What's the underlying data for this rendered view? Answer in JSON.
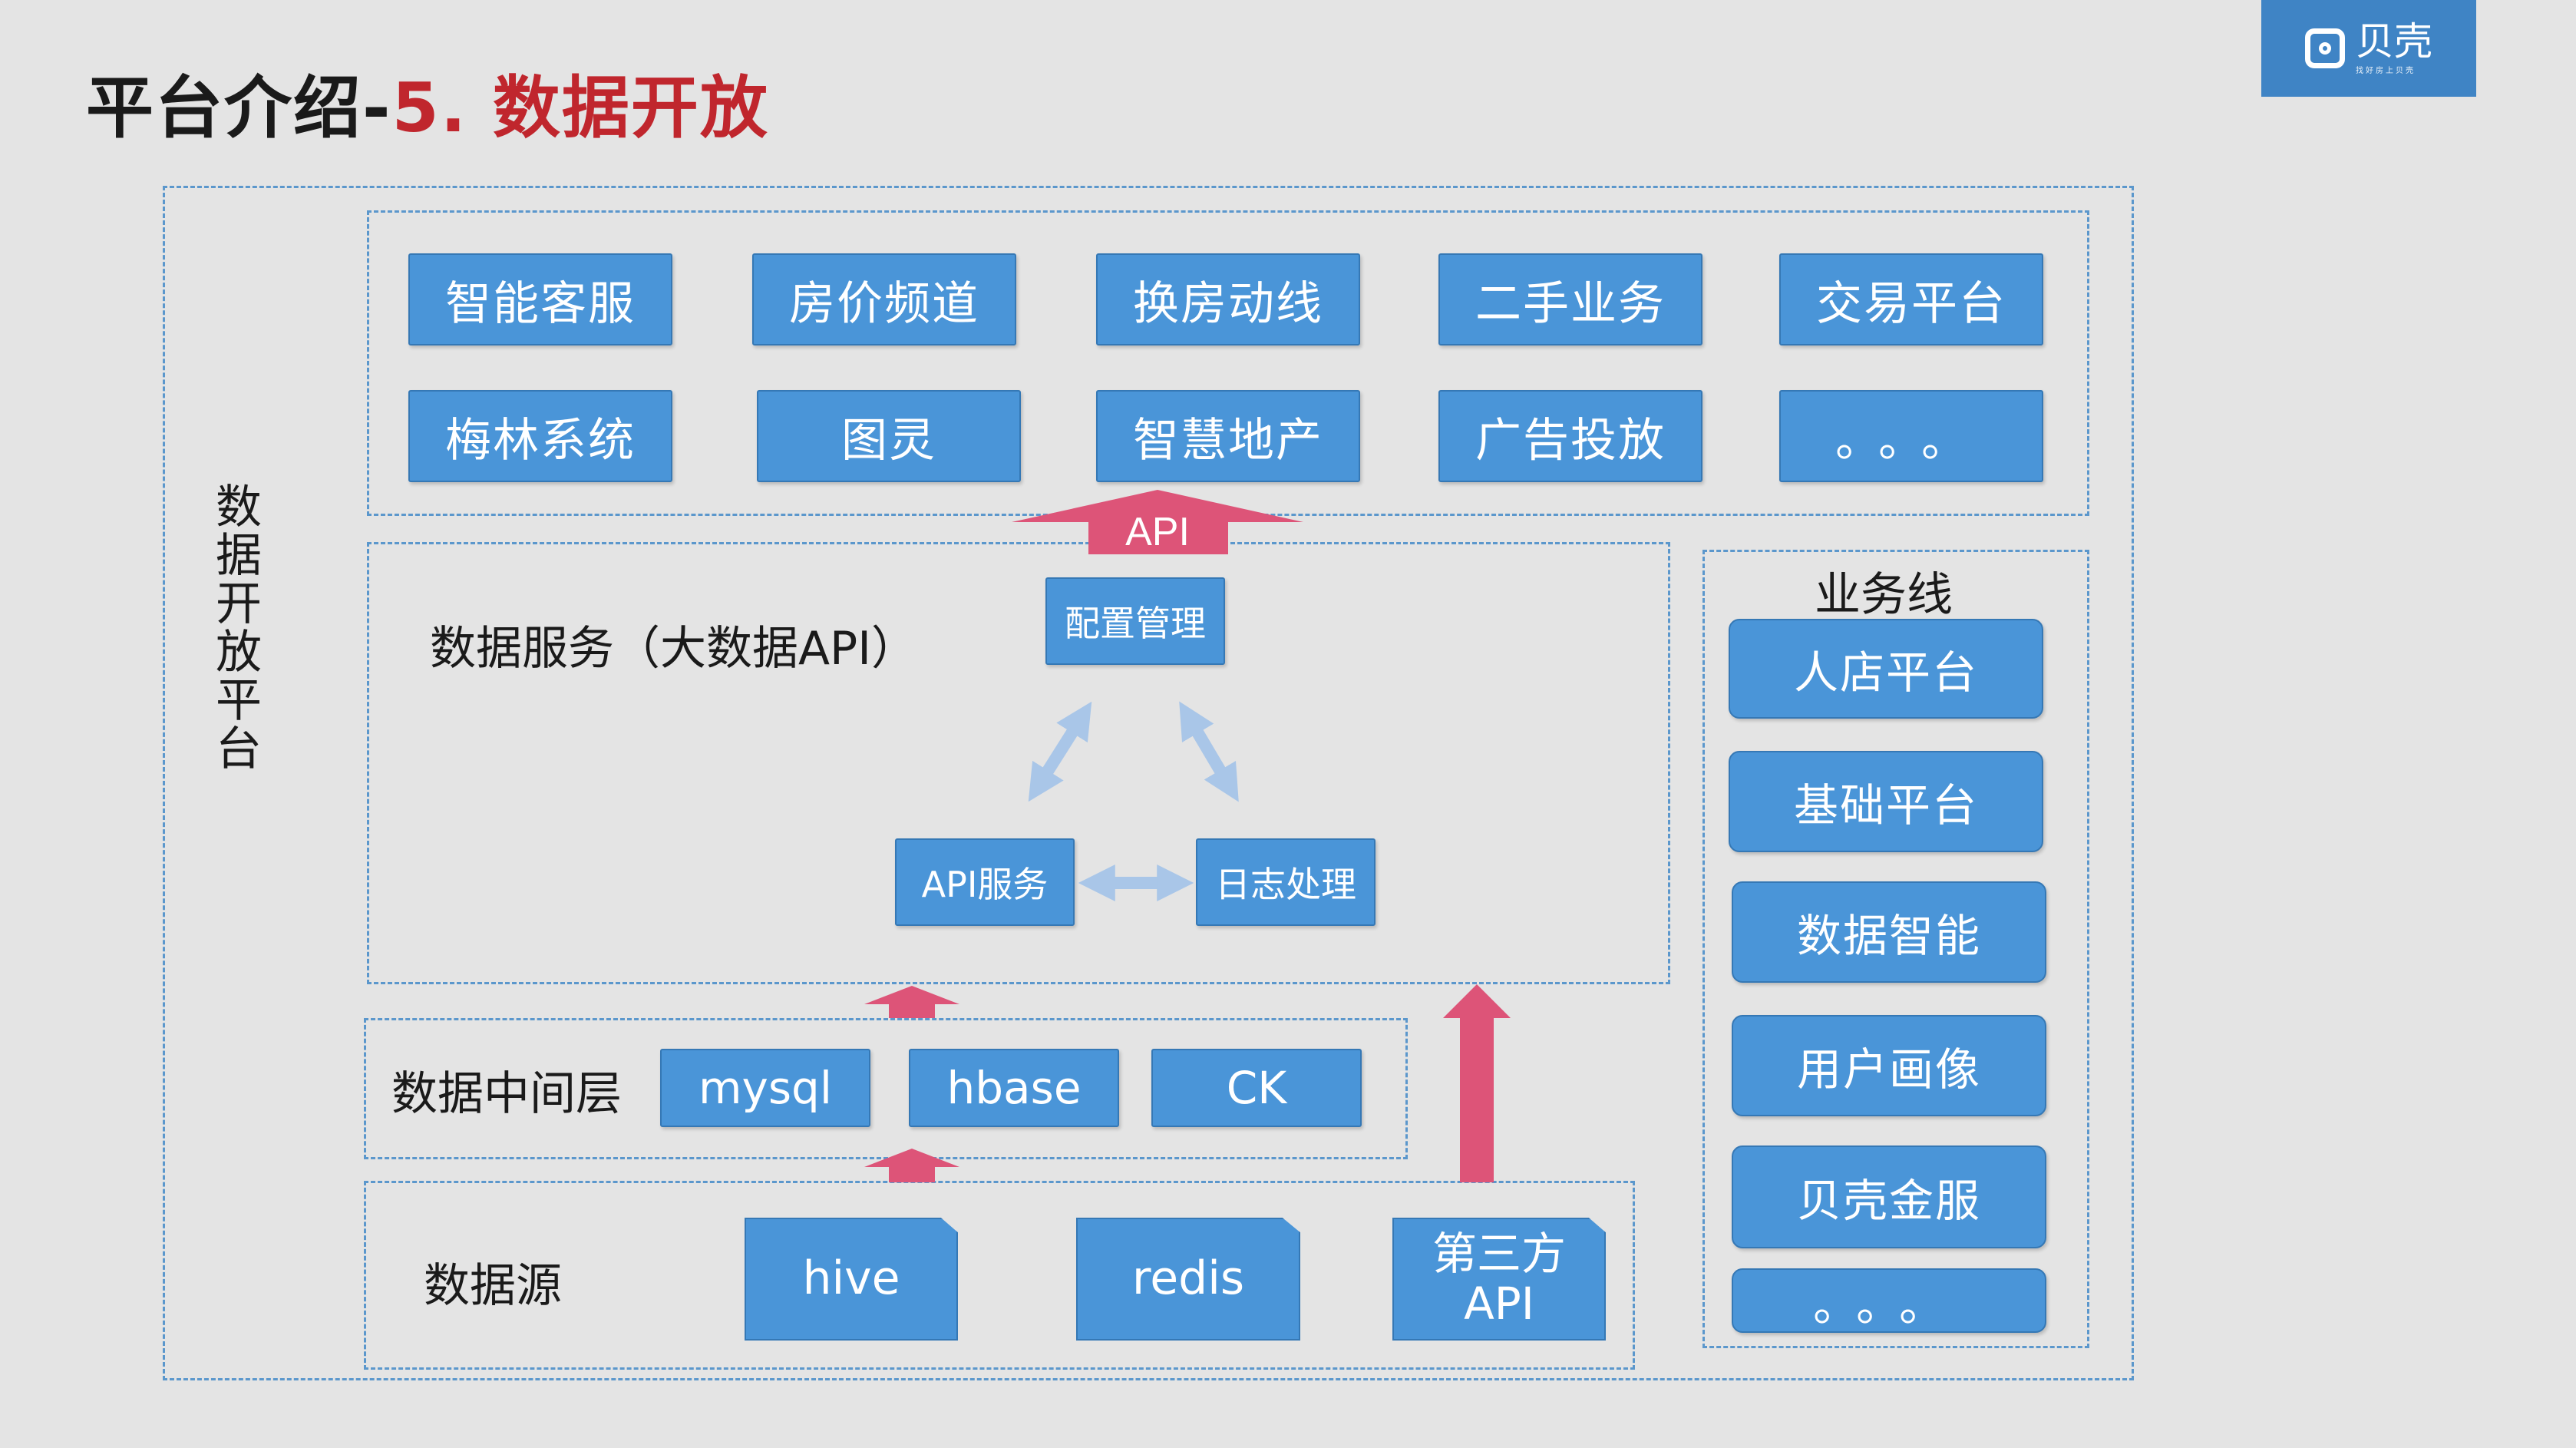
{
  "header": {
    "title_main": "平台介绍-",
    "title_highlight": "5. 数据开放",
    "logo_text": "贝壳",
    "logo_subtext": "找好房上贝壳"
  },
  "platform_label": "数据开放平台",
  "apps": [
    [
      "智能客服",
      "房价频道",
      "换房动线",
      "二手业务",
      "交易平台"
    ],
    [
      "梅林系统",
      "图灵",
      "智慧地产",
      "广告投放",
      "。。。"
    ]
  ],
  "api_arrow_label": "API",
  "data_service": {
    "label": "数据服务（大数据API）",
    "config": "配置管理",
    "api_service": "API服务",
    "log_processing": "日志处理"
  },
  "middle_layer": {
    "label": "数据中间层",
    "items": [
      "mysql",
      "hbase",
      "CK"
    ]
  },
  "data_source": {
    "label": "数据源",
    "items": [
      "hive",
      "redis"
    ],
    "third_party_line1": "第三方",
    "third_party_line2": "API"
  },
  "business_lines": {
    "title": "业务线",
    "items": [
      "人店平台",
      "基础平台",
      "数据智能",
      "用户画像",
      "贝壳金服",
      "。。。"
    ]
  },
  "colors": {
    "box_blue": "#4a95d8",
    "dash_blue": "#5b97cc",
    "arrow_pink": "#dd5478",
    "arrow_light": "#a9c6e8",
    "title_red": "#c0262d"
  }
}
